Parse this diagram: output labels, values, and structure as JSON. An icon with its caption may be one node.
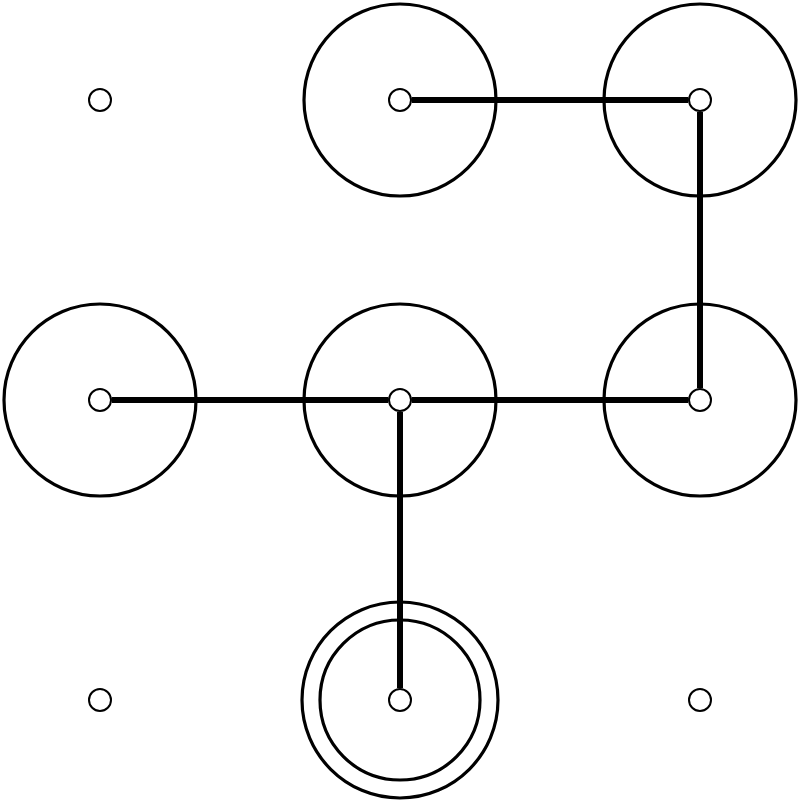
{
  "diagram": {
    "nodes": [
      {
        "text": [],
        "shape": "circle"
      },
      {
        "text": [],
        "shape": "circle"
      },
      {
        "text": [],
        "shape": "circle"
      },
      {
        "text": [],
        "shape": "circle"
      },
      {
        "text": [],
        "shape": "circle"
      },
      {
        "text": [],
        "shape": "circle"
      },
      {
        "text": [],
        "shape": "circle"
      },
      {
        "text": [],
        "shape": "circle"
      },
      {
        "text": [],
        "shape": "circle"
      }
    ],
    "edges": [
      {
        "from": 1,
        "to": 2,
        "arrow": "none"
      },
      {
        "from": 2,
        "to": 5,
        "arrow": "none"
      },
      {
        "from": 5,
        "to": 4,
        "arrow": "none"
      },
      {
        "from": 4,
        "to": 3,
        "arrow": "none"
      },
      {
        "from": 4,
        "to": 7,
        "arrow": "none"
      }
    ]
  }
}
